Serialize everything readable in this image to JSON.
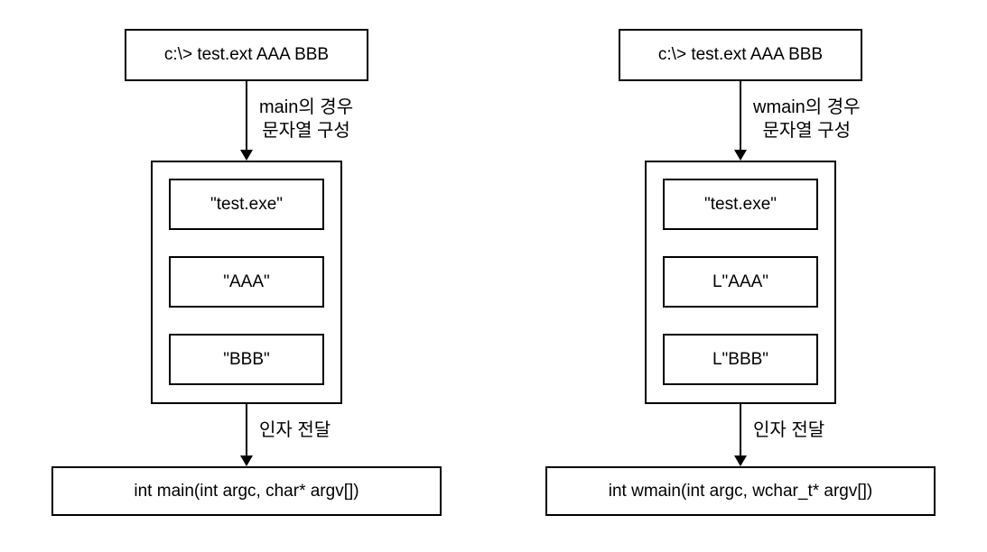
{
  "canvas": {
    "background_color": "#ffffff",
    "line_color": "#000000"
  },
  "diagrams": [
    {
      "name": "main-argument-flow",
      "command": "c:\\> test.ext AAA BBB",
      "arrow1_label_lines": [
        "main의 경우",
        "문자열 구성"
      ],
      "strings": [
        "\"test.exe\"",
        "\"AAA\"",
        "\"BBB\""
      ],
      "arrow2_label": "인자 전달",
      "function_signature": "int main(int argc, char* argv[])"
    },
    {
      "name": "wmain-argument-flow",
      "command": "c:\\> test.ext AAA BBB",
      "arrow1_label_lines": [
        "wmain의 경우",
        "문자열 구성"
      ],
      "strings": [
        "\"test.exe\"",
        "L\"AAA\"",
        "L\"BBB\""
      ],
      "arrow2_label": "인자 전달",
      "function_signature": "int wmain(int argc, wchar_t* argv[])"
    }
  ]
}
